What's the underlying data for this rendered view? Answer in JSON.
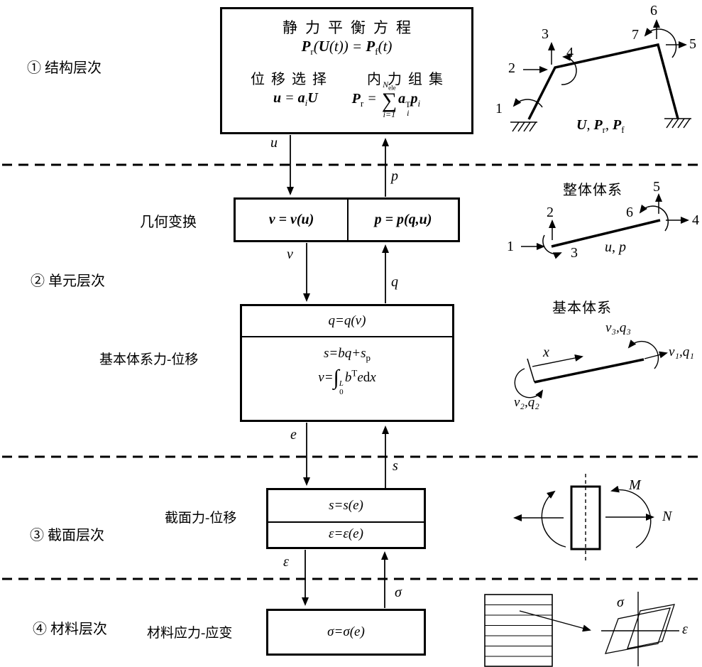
{
  "colors": {
    "ink": "#000000",
    "bg": "#ffffff"
  },
  "levels": {
    "structure": "① 结构层次",
    "element": "② 单元层次",
    "section": "③ 截面层次",
    "material": "④ 材料层次"
  },
  "structure_box": {
    "title": "静力平衡方程",
    "eq": {
      "P1": "P",
      "sub1": "r",
      "m1": "(",
      "U": "U",
      "m2": "(t)) = ",
      "P2": "P",
      "sub2": "f",
      "m3": "(t)"
    },
    "col_left": "位移选择",
    "col_right": "内力组集",
    "disp": {
      "u": "u",
      "eq": " = ",
      "a": "a",
      "sub": "i",
      "U": "U"
    },
    "force": {
      "P": "P",
      "sub": "r",
      "eq": " = ",
      "sum_top": "N",
      "sum_top_sub": "ele",
      "sum": "∑",
      "sum_bot": "i=1",
      "a": "a",
      "a_sup": "T",
      "a_sub": "i",
      "p": "p",
      "p_sub": "i"
    }
  },
  "geo_box": {
    "label": "几何变换",
    "left": "v = v(u)",
    "right": "p = p(q,u)"
  },
  "basic_box": {
    "label": "基本体系力-位移",
    "row1": "q=q(v)",
    "row2": {
      "a": "s=bq+s",
      "sub": "p"
    },
    "row3": {
      "v": "v=",
      "int": "∫",
      "L": "L",
      "zero": "0",
      "b": "b",
      "T": "T",
      "e": "e",
      "d": "d",
      "x": "x"
    }
  },
  "section_box": {
    "label": "截面力-位移",
    "row1": "s=s(e)",
    "row2": "ε=ε(e)"
  },
  "material_box": {
    "label": "材料应力-应变",
    "row1": "σ=σ(e)"
  },
  "flow": {
    "u": "u",
    "p": "p",
    "v": "v",
    "q": "q",
    "e": "e",
    "s": "s",
    "eps": "ε",
    "sigma": "σ"
  },
  "frame_fig": {
    "n1": "1",
    "n2": "2",
    "n3": "3",
    "n4": "4",
    "n5": "5",
    "n6": "6",
    "n7": "7",
    "vec": {
      "U": "U",
      "c1": ", ",
      "P1": "P",
      "s1": "r",
      "c2": ", ",
      "P2": "P",
      "s2": "f"
    }
  },
  "global_fig": {
    "title": "整体体系",
    "n1": "1",
    "n2": "2",
    "n3": "3",
    "n4": "4",
    "n5": "5",
    "n6": "6",
    "up": "u, p"
  },
  "basic_fig": {
    "title": "基本体系",
    "x": "x",
    "v1q1": "v₁,q₁",
    "v2q2": "v₂,q₂",
    "v3q3": "v₃,q₃"
  },
  "section_fig": {
    "M": "M",
    "N": "N"
  },
  "material_fig": {
    "sigma": "σ",
    "eps": "ε"
  }
}
